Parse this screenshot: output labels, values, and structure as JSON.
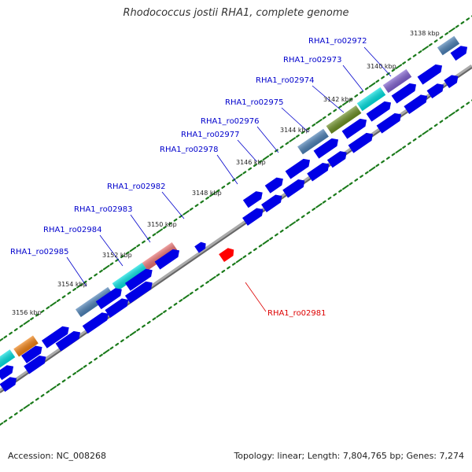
{
  "header": {
    "title": "Rhodococcus jostii RHA1, complete genome"
  },
  "footer": {
    "accession": "Accession: NC_008268",
    "summary": "Topology: linear; Length: 7,804,765 bp; Genes: 7,274"
  },
  "colors": {
    "forward": "#0000e6",
    "highlight": "#ff0000",
    "tick": "#1a7a1a",
    "backbone": "#888888",
    "label_blue": "#0000cc",
    "label_red": "#dd0000"
  },
  "scale_ticks": [
    "3138 kbp",
    "3140 kbp",
    "3142 kbp",
    "3144 kbp",
    "3146 kbp",
    "3148 kbp",
    "3150 kbp",
    "3152 kbp",
    "3154 kbp",
    "3156 kbp"
  ],
  "gene_labels": [
    {
      "id": "RHA1_ro02972",
      "color": "blue"
    },
    {
      "id": "RHA1_ro02973",
      "color": "blue"
    },
    {
      "id": "RHA1_ro02974",
      "color": "blue"
    },
    {
      "id": "RHA1_ro02975",
      "color": "blue"
    },
    {
      "id": "RHA1_ro02976",
      "color": "blue"
    },
    {
      "id": "RHA1_ro02977",
      "color": "blue"
    },
    {
      "id": "RHA1_ro02978",
      "color": "blue"
    },
    {
      "id": "RHA1_ro02982",
      "color": "blue"
    },
    {
      "id": "RHA1_ro02983",
      "color": "blue"
    },
    {
      "id": "RHA1_ro02984",
      "color": "blue"
    },
    {
      "id": "RHA1_ro02985",
      "color": "blue"
    },
    {
      "id": "RHA1_ro02981",
      "color": "red"
    }
  ],
  "feature_tracks": [
    {
      "name": "steelblue",
      "color": "#4a7fb5"
    },
    {
      "name": "mediumpurple",
      "color": "#8060d0"
    },
    {
      "name": "cyan",
      "color": "#00e0e0"
    },
    {
      "name": "olive",
      "color": "#6b8e23"
    },
    {
      "name": "pink",
      "color": "#e87070"
    },
    {
      "name": "orange",
      "color": "#f08010"
    }
  ]
}
